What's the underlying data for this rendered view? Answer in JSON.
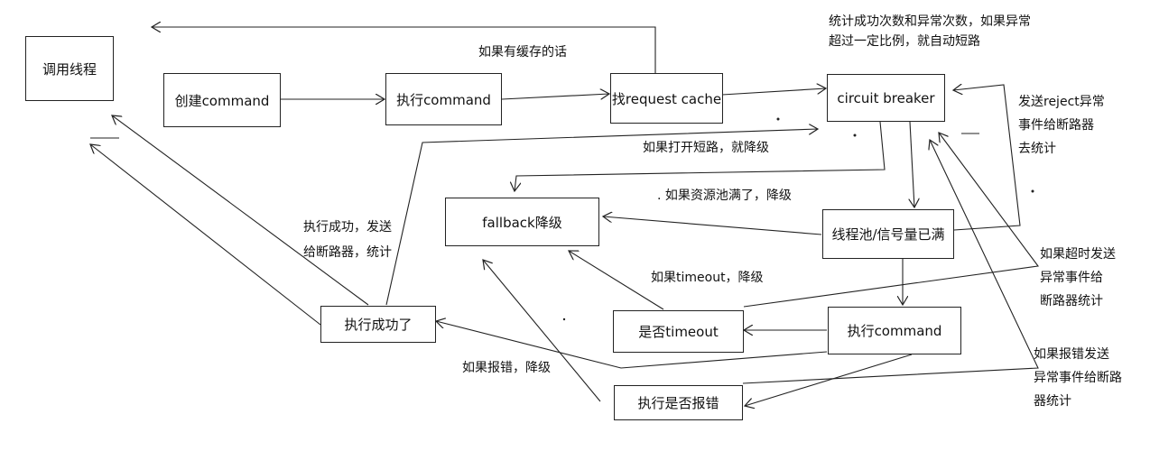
{
  "nodes": {
    "caller_thread": "调用线程",
    "create_command": "创建command",
    "execute_command": "执行command",
    "request_cache": "找request cache",
    "circuit_breaker": "circuit breaker",
    "fallback": "fallback降级",
    "pool_full": "线程池/信号量已满",
    "execute_command_2": "执行command",
    "is_timeout": "是否timeout",
    "exec_success": "执行成功了",
    "exec_error": "执行是否报错"
  },
  "labels": {
    "has_cache": "如果有缓存的话",
    "stats": [
      "统计成功次数和异常次数，如果异常",
      "超过一定比例，就自动短路"
    ],
    "send_reject": [
      "发送reject异常",
      "事件给断路器",
      "去统计"
    ],
    "if_open": "如果打开短路，就降级",
    "pool_full_degrade": ". 如果资源池满了，降级",
    "success_send": [
      "执行成功，发送",
      "给断路器，统计"
    ],
    "timeout_degrade": "如果timeout，降级",
    "timeout_send": [
      "如果超时发送",
      "异常事件给",
      "断路器统计"
    ],
    "error_degrade": "如果报错，降级",
    "error_send": [
      "如果报错发送",
      "异常事件给断路",
      "器统计"
    ]
  }
}
